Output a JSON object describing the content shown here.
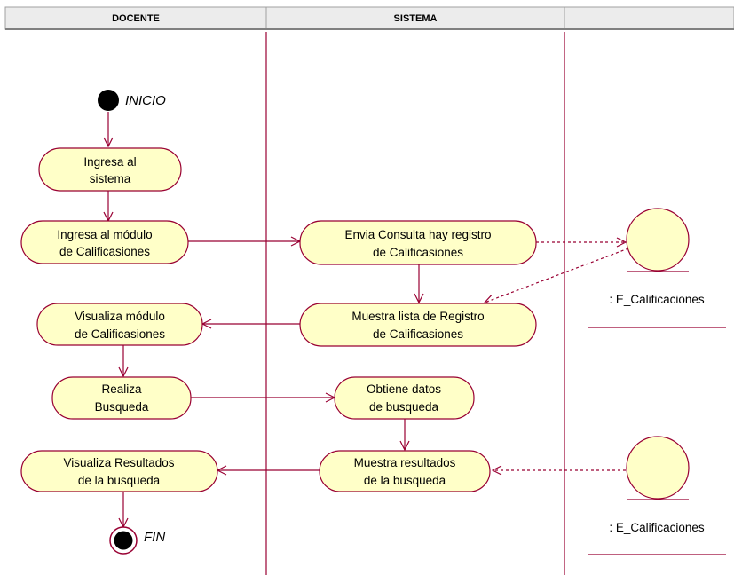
{
  "lanes": [
    {
      "id": "docente",
      "title": "DOCENTE"
    },
    {
      "id": "sistema",
      "title": "SISTEMA"
    },
    {
      "id": "entidad",
      "title": ""
    }
  ],
  "start": {
    "label": "INICIO"
  },
  "end": {
    "label": "FIN"
  },
  "activities": {
    "ingresa_sistema": [
      "Ingresa al",
      "sistema"
    ],
    "ingresa_modulo": [
      "Ingresa al módulo",
      "de Calificasiones"
    ],
    "envia_consulta": [
      "Envia Consulta hay registro",
      "de Calificasiones"
    ],
    "muestra_lista": [
      "Muestra lista de Registro",
      "de Calificasiones"
    ],
    "visualiza_modulo": [
      "Visualiza módulo",
      "de Calificasiones"
    ],
    "realiza_busqueda": [
      "Realiza",
      "Busqueda"
    ],
    "obtiene_datos": [
      "Obtiene datos",
      "de busqueda"
    ],
    "muestra_resultados": [
      "Muestra resultados",
      "de la busqueda"
    ],
    "visualiza_resultados": [
      "Visualiza Resultados",
      "de la busqueda"
    ]
  },
  "entities": [
    {
      "id": "entity_1",
      "label": ": E_Calificaciones"
    },
    {
      "id": "entity_2",
      "label": ": E_Calificaciones"
    }
  ],
  "colors": {
    "activity_fill": "#FFFFC8",
    "line": "#990033",
    "header_fill": "#ECECEC",
    "lane_line": "#990033"
  }
}
